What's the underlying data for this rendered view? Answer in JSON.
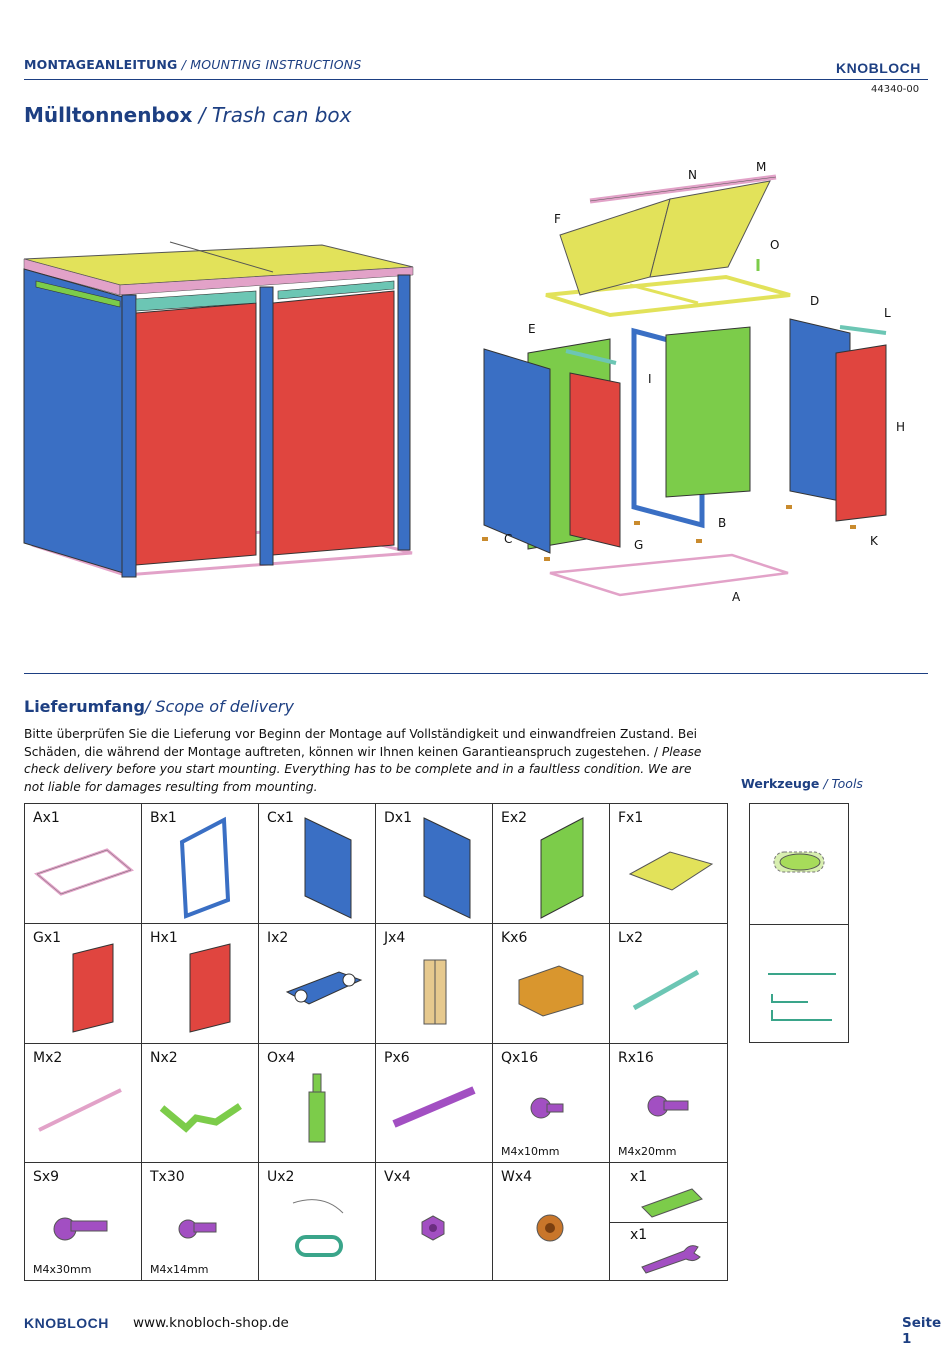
{
  "header": {
    "title_de": "MONTAGEANLEITUNG",
    "title_sep": " / ",
    "title_en": "MOUNTING INSTRUCTIONS",
    "brand": "KNOBLOCH",
    "doc_number": "44340-00"
  },
  "product": {
    "name_de": "Mülltonnenbox",
    "sep": " / ",
    "name_en": "Trash can box"
  },
  "exploded_labels": [
    "M",
    "N",
    "F",
    "O",
    "D",
    "L",
    "E",
    "I",
    "H",
    "B",
    "C",
    "G",
    "K",
    "A"
  ],
  "delivery": {
    "title_de": "Lieferumfang",
    "title_en": "/ Scope of delivery",
    "text_de": "Bitte überprüfen Sie die Lieferung vor Beginn der Montage auf Vollständigkeit und einwandfreien Zustand. Bei Schäden, die während der Montage auftreten, können wir Ihnen keinen Garantieanspruch zugestehen. /",
    "text_en": "Please check delivery before you start mounting. Everything has to be complete and in a faultless condition. We are not liable for damages resulting from mounting."
  },
  "parts": [
    {
      "label": "Ax1",
      "sub": ""
    },
    {
      "label": "Bx1",
      "sub": ""
    },
    {
      "label": "Cx1",
      "sub": ""
    },
    {
      "label": "Dx1",
      "sub": ""
    },
    {
      "label": "Ex2",
      "sub": ""
    },
    {
      "label": "Fx1",
      "sub": ""
    },
    {
      "label": "Gx1",
      "sub": ""
    },
    {
      "label": "Hx1",
      "sub": ""
    },
    {
      "label": "Ix2",
      "sub": ""
    },
    {
      "label": "Jx4",
      "sub": ""
    },
    {
      "label": "Kx6",
      "sub": ""
    },
    {
      "label": "Lx2",
      "sub": ""
    },
    {
      "label": "Mx2",
      "sub": ""
    },
    {
      "label": "Nx2",
      "sub": ""
    },
    {
      "label": "Ox4",
      "sub": ""
    },
    {
      "label": "Px6",
      "sub": ""
    },
    {
      "label": "Qx16",
      "sub": "M4x10mm"
    },
    {
      "label": "Rx16",
      "sub": "M4x20mm"
    },
    {
      "label": "Sx9",
      "sub": "M4x30mm"
    },
    {
      "label": "Tx30",
      "sub": "M4x14mm"
    },
    {
      "label": "Ux2",
      "sub": ""
    },
    {
      "label": "Vx4",
      "sub": ""
    },
    {
      "label": "Wx4",
      "sub": ""
    },
    {
      "label": "x1",
      "sub": ""
    },
    {
      "label": "x1",
      "sub": ""
    }
  ],
  "tools": {
    "title_de": "Werkzeuge",
    "title_en": "/ Tools"
  },
  "footer": {
    "url": "www.knobloch-shop.de",
    "page": "Seite 1"
  },
  "colors": {
    "brand_blue": "#1d3f82",
    "brand_red": "#d6332a",
    "panel_blue": "#3a6fc4",
    "panel_red": "#e0453f",
    "panel_green": "#7ccc4a",
    "lid_yellow": "#e2e25a",
    "frame_pink": "#e2a2c8",
    "rail_teal": "#6cc6b4",
    "fastener_purple": "#a24fc2"
  }
}
